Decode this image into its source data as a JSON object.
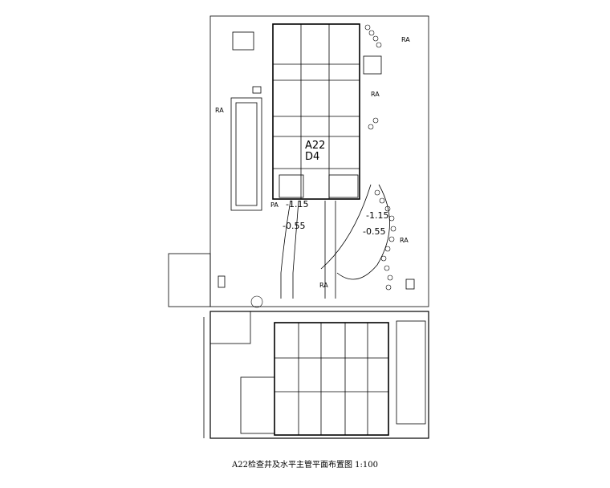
{
  "drawing": {
    "caption": "A22检查井及水平主管平面布置图 1:100",
    "building_code_line1": "A22",
    "building_code_line2": "D4",
    "level_marks": [
      "-1.15",
      "-0.55",
      "-1.15",
      "-0.55"
    ],
    "zone_label": "RA",
    "zone_label_pa": "PA",
    "colors": {
      "line": "#000000",
      "background": "#ffffff"
    }
  }
}
